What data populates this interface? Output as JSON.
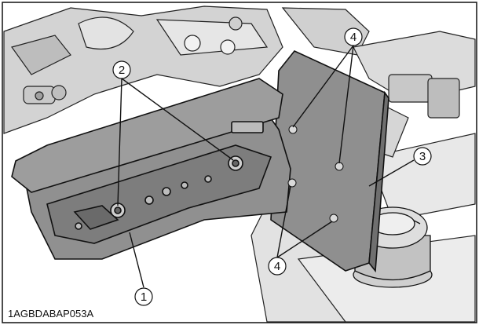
{
  "figure": {
    "code": "1AGBDABAP053A",
    "callouts": [
      {
        "id": "1",
        "glyph": "①"
      },
      {
        "id": "2",
        "glyph": "②"
      },
      {
        "id": "3",
        "glyph": "③"
      },
      {
        "id": "4",
        "glyph": "④"
      }
    ]
  },
  "colors": {
    "background": "#ffffff",
    "line": "#111111",
    "engine_shading": "#d9d9d9",
    "part_shading": "#8f8f8f"
  }
}
